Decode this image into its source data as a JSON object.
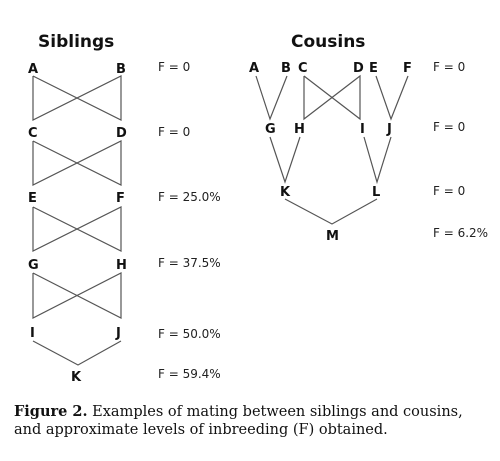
{
  "siblings": {
    "title": "Siblings",
    "nodes": [
      "A",
      "B",
      "C",
      "D",
      "E",
      "F",
      "G",
      "H",
      "I",
      "J",
      "K"
    ],
    "f_values": [
      "F = 0",
      "F = 0",
      "F = 25.0%",
      "F = 37.5%",
      "F = 50.0%",
      "F = 59.4%"
    ]
  },
  "cousins": {
    "title": "Cousins",
    "nodes": [
      "A",
      "B",
      "C",
      "D",
      "E",
      "F",
      "G",
      "H",
      "I",
      "J",
      "K",
      "L",
      "M"
    ],
    "f_values": [
      "F = 0",
      "F = 0",
      "F = 0",
      "F = 6.2%"
    ]
  },
  "caption": {
    "label": "Figure 2.",
    "text": " Examples of mating between siblings and cousins, and approximate levels of inbreeding (F) obtained."
  }
}
